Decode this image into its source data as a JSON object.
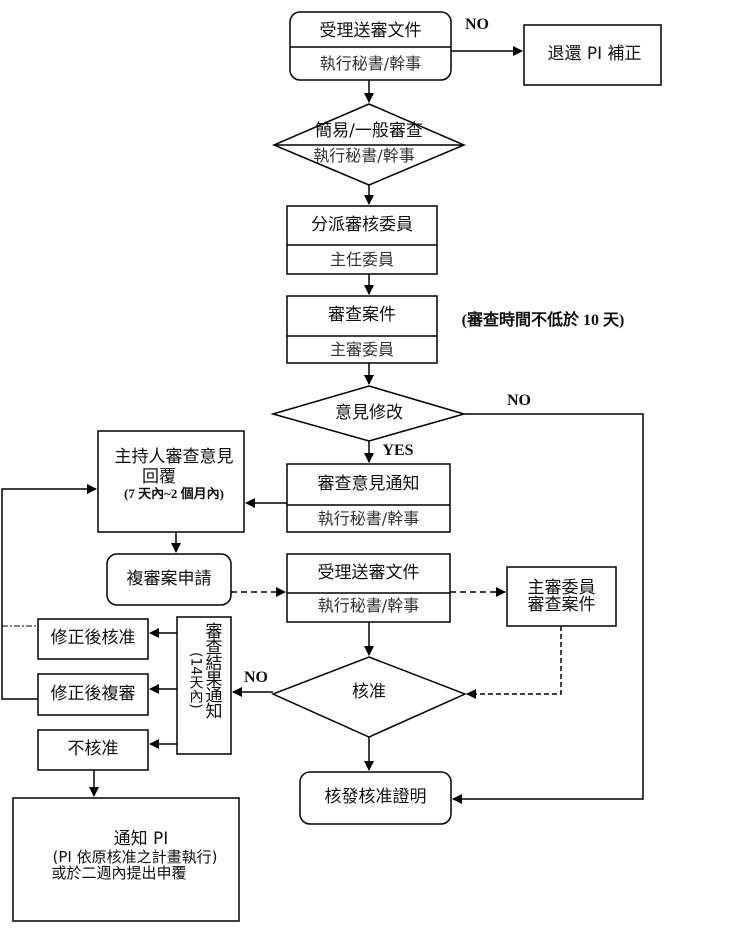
{
  "diagram": {
    "nodes": {
      "receive_docs": {
        "title": "受理送審文件",
        "role": "執行秘書/幹事"
      },
      "return_pi": {
        "title": "退還 PI 補正"
      },
      "review_type": {
        "title": "簡易/一般審查",
        "role": "執行秘書/幹事"
      },
      "assign_reviewers": {
        "title": "分派審核委員",
        "role": "主任委員"
      },
      "review_case": {
        "title": "審查案件",
        "role": "主審委員",
        "note": "(審查時間不低於 10 天)"
      },
      "revision_decision": {
        "title": "意見修改"
      },
      "review_notice": {
        "title": "審查意見通知",
        "role": "執行秘書/幹事"
      },
      "pi_reply": {
        "line1": "主持人審查意見",
        "line2": "回覆",
        "line3": "(7 天內~2 個月內)"
      },
      "re_review_application": {
        "title": "複審案申請"
      },
      "receive_docs_2": {
        "title": "受理送審文件",
        "role": "執行秘書/幹事"
      },
      "primary_reviewer": {
        "line1": "主審委員",
        "line2": "審查案件"
      },
      "approval_decision": {
        "title": "核准"
      },
      "result_notice": {
        "title": "審查結果通知",
        "note": "(14天內)"
      },
      "approved_after_revision": {
        "title": "修正後核准"
      },
      "re_review_after_revision": {
        "title": "修正後複審"
      },
      "not_approved": {
        "title": "不核准"
      },
      "issue_certificate": {
        "title": "核發核准證明"
      },
      "notify_pi": {
        "line1": "通知 PI",
        "line2": "(PI 依原核准之計畫執行)",
        "line3": "或於二週內提出申覆"
      }
    },
    "edge_labels": {
      "no_top": "NO",
      "no_revision": "NO",
      "yes_revision": "YES",
      "no_approval": "NO"
    }
  }
}
